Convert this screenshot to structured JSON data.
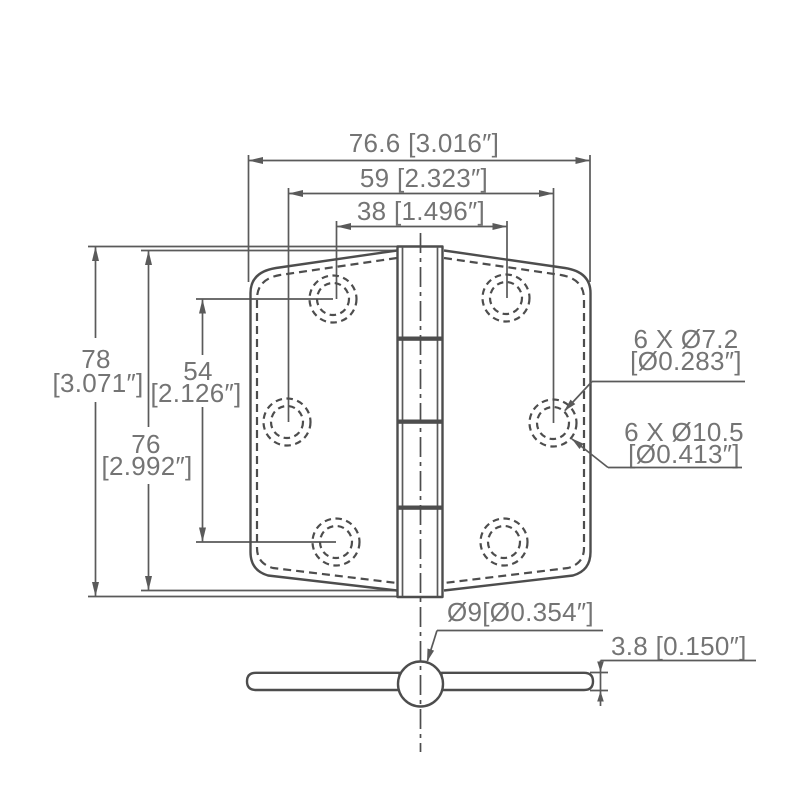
{
  "drawing": {
    "description": "Hinge technical dimension drawing, front view with six countersunk holes and bottom end view of barrel",
    "colors": {
      "line": "#4d4d4d",
      "dim_line": "#5a5a5a",
      "text": "#747474",
      "background": "#ffffff"
    },
    "dimensions": {
      "overall_width": "76.6 [3.016″]",
      "hole_span_outer": "59 [2.323″]",
      "hole_span_inner": "38 [1.496″]",
      "overall_height": {
        "mm": "78",
        "in": "[3.071″]"
      },
      "hole_rows_span": {
        "mm": "54",
        "in": "[2.126″]"
      },
      "leaf_height": {
        "mm": "76",
        "in": "[2.992″]"
      },
      "barrel_diameter": "Ø9[Ø0.354″]",
      "leaf_thickness": "3.8 [0.150″]"
    },
    "callouts": {
      "hole": {
        "line1": "6 X Ø7.2",
        "line2": "[Ø0.283″]"
      },
      "countersink": {
        "line1": "6 X Ø10.5",
        "line2": "[Ø0.413″]"
      }
    }
  }
}
